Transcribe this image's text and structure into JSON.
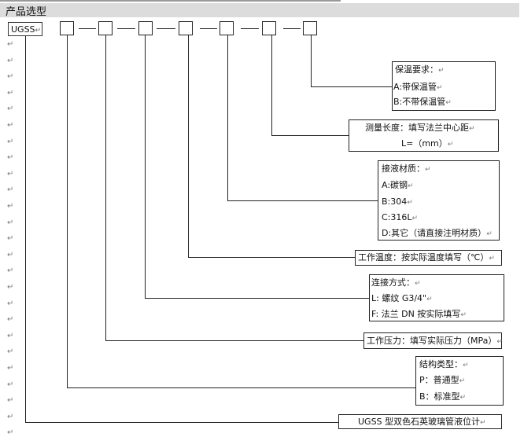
{
  "title": "产品选型",
  "model_code": "UGSS",
  "para_mark": "↵",
  "groups": {
    "insulation": {
      "heading": "保温要求：",
      "options": [
        "A:带保温管",
        "B:不带保温管"
      ]
    },
    "length": {
      "heading": "测量长度：填写法兰中心距",
      "unit": "L=（mm）"
    },
    "material": {
      "heading": "接液材质：",
      "options": [
        "A:碳钢",
        "B:304",
        "C:316L",
        "D:其它（请直接注明材质）"
      ]
    },
    "temperature": {
      "label": "工作温度：按实际温度填写（℃）"
    },
    "connection": {
      "heading": "连接方式：",
      "options": [
        "L: 螺纹 G3/4\"",
        "F: 法兰 DN 按实际填写"
      ]
    },
    "pressure": {
      "label": "工作压力：填写实际压力（MPa）"
    },
    "structure": {
      "heading": "结构类型：",
      "options": [
        "P：普通型",
        "B：标准型"
      ]
    },
    "product_name": {
      "label": "UGSS 型双色石英玻璃管液位计"
    }
  }
}
